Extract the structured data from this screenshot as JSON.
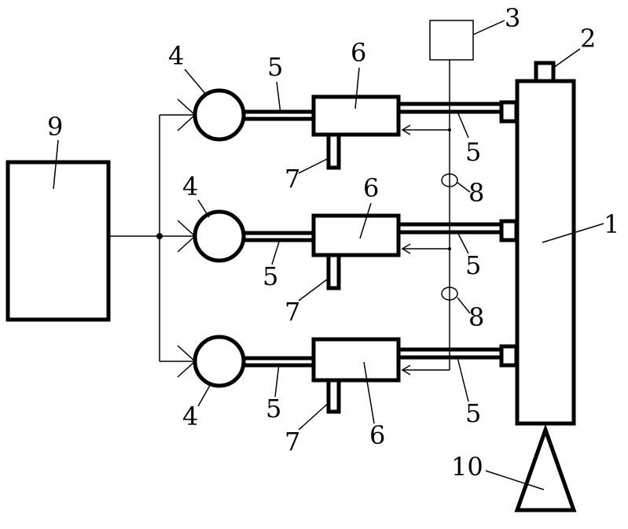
{
  "diagram": {
    "type": "schematic",
    "labels": {
      "column": "1",
      "top_port": "2",
      "controller": "3",
      "pump": "4",
      "pipe": "5",
      "unit": "6",
      "outlet": "7",
      "sensor": "8",
      "source_tank": "9",
      "bottom_cone": "10"
    },
    "branches": [
      {
        "id": "top",
        "pump": "4",
        "pipe_left": "5",
        "unit": "6",
        "pipe_right": "5",
        "outlet": "7",
        "sensor": "8"
      },
      {
        "id": "middle",
        "pump": "4",
        "pipe_left": "5",
        "unit": "6",
        "pipe_right": "5",
        "outlet": "7",
        "sensor": "8"
      },
      {
        "id": "bottom",
        "pump": "4",
        "pipe_left": "5",
        "unit": "6",
        "pipe_right": "5",
        "outlet": "7"
      }
    ]
  }
}
